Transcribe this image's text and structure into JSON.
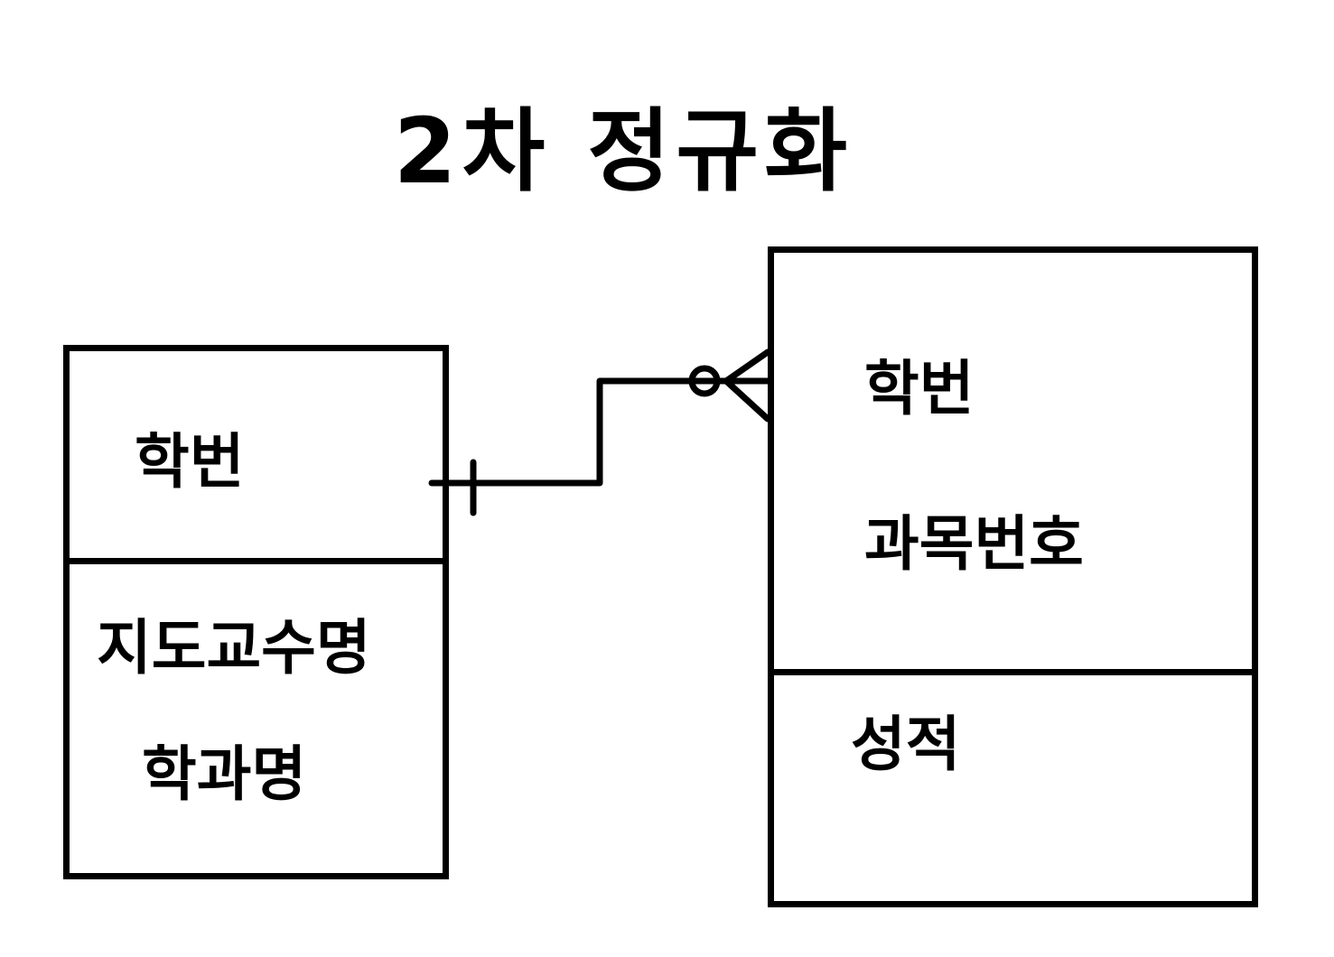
{
  "title": "2차 정규화",
  "entities": [
    {
      "key_fields": [
        "학번"
      ],
      "attribute_fields": [
        "지도교수명",
        "학과명"
      ]
    },
    {
      "key_fields": [
        "학번",
        "과목번호"
      ],
      "attribute_fields": [
        "성적"
      ]
    }
  ],
  "relationship": {
    "from_cardinality": "one",
    "to_cardinality": "zero-or-many"
  },
  "colors": {
    "stroke": "#000000",
    "background": "#ffffff"
  }
}
